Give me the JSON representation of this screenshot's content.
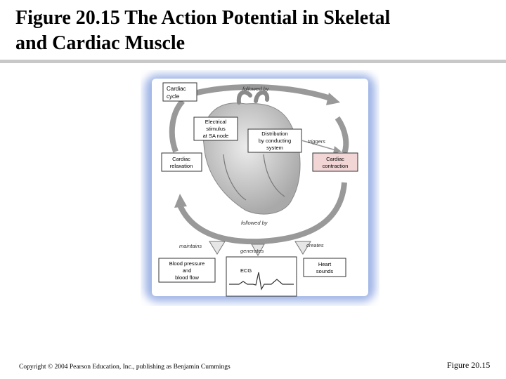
{
  "slide": {
    "title": "Figure 20.15  The Action Potential in Skeletal\nand Cardiac Muscle",
    "copyright": "Copyright © 2004 Pearson Education, Inc., publishing as Benjamin Cummings",
    "figure_number": "Figure 20.15"
  },
  "diagram": {
    "cycle_label": [
      "Cardiac",
      "cycle"
    ],
    "followed_by_top": "followed by",
    "followed_by_bottom": "followed by",
    "triggers": "triggers",
    "electrical_stimulus": [
      "Electrical",
      "stimulus",
      "at SA node"
    ],
    "distribution": [
      "Distribution",
      "by conducting",
      "system"
    ],
    "cardiac_relaxation": [
      "Cardiac",
      "relaxation"
    ],
    "cardiac_contraction": [
      "Cardiac",
      "contraction"
    ],
    "maintains": "maintains",
    "generates": "generates",
    "creates": "creates",
    "blood_pressure": [
      "Blood pressure",
      "and",
      "blood flow"
    ],
    "ecg": "ECG",
    "heart_sounds": [
      "Heart",
      "sounds"
    ],
    "colors": {
      "glow": "#9fb4e6",
      "panel": "#ffffff",
      "contraction_fill": "#f2d6d6",
      "heart_fill": "#c9c9c9",
      "arrow_fill": "#e6e6e6"
    }
  }
}
